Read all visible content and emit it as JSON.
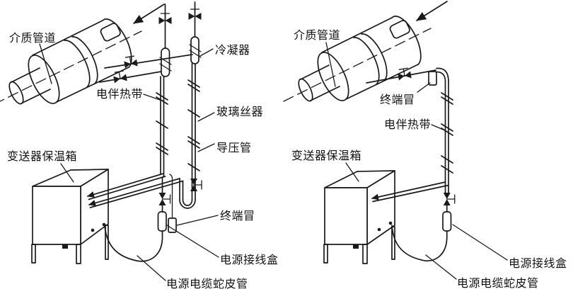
{
  "diagram": {
    "background": "#ffffff",
    "ink_color": "#1a1a1a",
    "left": {
      "labels": {
        "medium_pipeline": "介质管道",
        "condenser": "冷凝器",
        "heat_tracing": "电伴热带",
        "glass_fiber": "玻璃丝器",
        "impulse_pipe": "导压管",
        "transmitter_box": "变送器保温箱",
        "terminal_cap": "终端冒",
        "junction_box": "电源接线盒",
        "power_cable_conduit": "电源电缆蛇皮管"
      }
    },
    "right": {
      "labels": {
        "medium_pipeline": "介质管道",
        "terminal_cap": "终端冒",
        "heat_tracing": "电伴热带",
        "transmitter_box": "变送器保温箱",
        "junction_box": "电源接线盒",
        "power_cable_conduit": "电源电缆蛇皮管"
      }
    }
  }
}
